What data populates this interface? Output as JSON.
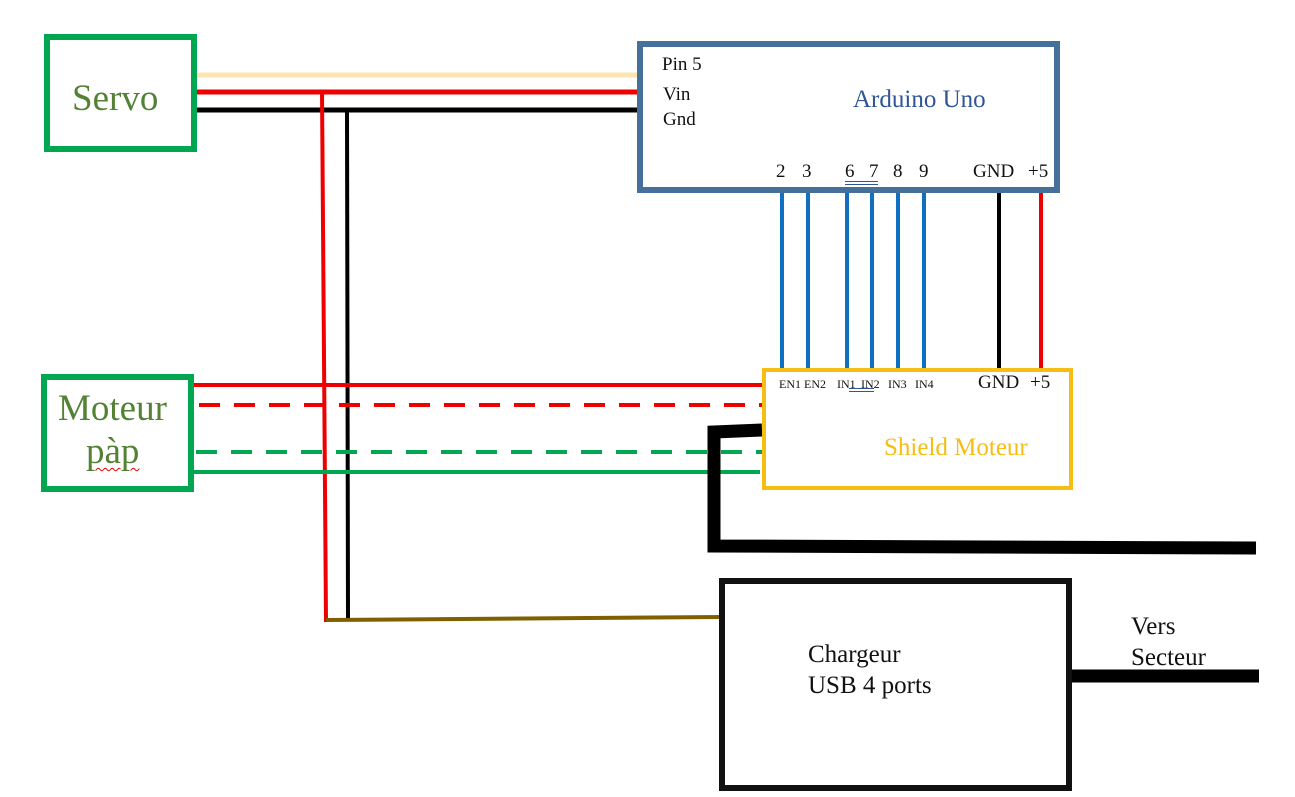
{
  "colors": {
    "component_green": "#00a650",
    "title_green": "#548235",
    "arduino_blue": "#44709a",
    "arduino_title_blue": "#2f5597",
    "shield_yellow": "#f6be13",
    "wire_red": "#ee0000",
    "wire_black": "#000000",
    "wire_cream": "#fce5b0",
    "wire_blue": "#0f6fc0",
    "wire_green": "#00a650",
    "wire_brown": "#7f6000"
  },
  "servo": {
    "title": "Servo"
  },
  "moteur": {
    "title_line1": "Moteur",
    "title_line2": "pàp"
  },
  "arduino": {
    "title": "Arduino Uno",
    "left_pins": [
      "Pin 5",
      "Vin",
      "Gnd"
    ],
    "bottom_pins": [
      "2",
      "3",
      "6",
      "7",
      "8",
      "9",
      "GND",
      "+5"
    ]
  },
  "shield": {
    "title": "Shield Moteur",
    "pins": [
      "EN1",
      "EN2",
      "IN1",
      "IN2",
      "IN3",
      "IN4"
    ],
    "power_pins": [
      "GND",
      "+5"
    ]
  },
  "chargeur": {
    "title_line1": "Chargeur",
    "title_line2": "USB 4 ports"
  },
  "secteur": {
    "line1": "Vers",
    "line2": "Secteur"
  }
}
